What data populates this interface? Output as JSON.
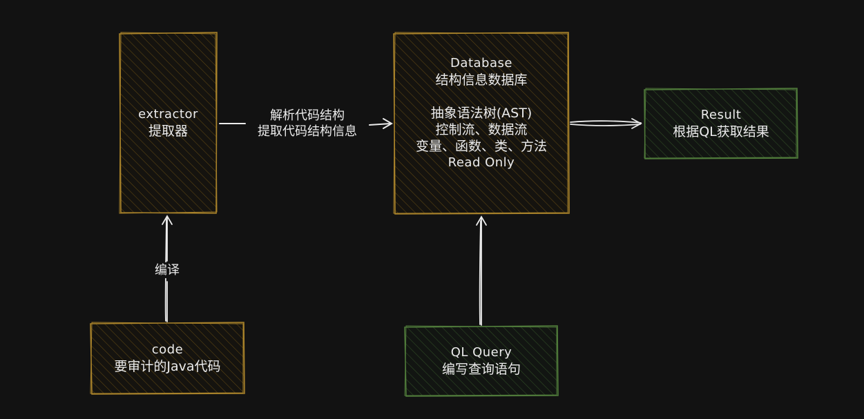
{
  "diagram": {
    "nodes": {
      "extractor": {
        "title": "extractor",
        "subtitle": "提取器",
        "color": "#a8822a"
      },
      "database": {
        "title": "Database",
        "subtitle": "结构信息数据库",
        "items": [
          "抽象语法树(AST)",
          "控制流、数据流",
          "变量、函数、类、方法"
        ],
        "note": "Read Only",
        "color": "#a8822a"
      },
      "result": {
        "title": "Result",
        "subtitle": "根据QL获取结果",
        "color": "#4f7a3a"
      },
      "code": {
        "title": "code",
        "subtitle": "要审计的Java代码",
        "color": "#a8822a"
      },
      "ql_query": {
        "title": "QL Query",
        "subtitle": "编写查询语句",
        "color": "#4f7a3a"
      }
    },
    "edges": {
      "extract": {
        "line1": "解析代码结构",
        "line2": "提取代码结构信息"
      },
      "compile": {
        "label": "编译"
      }
    }
  }
}
